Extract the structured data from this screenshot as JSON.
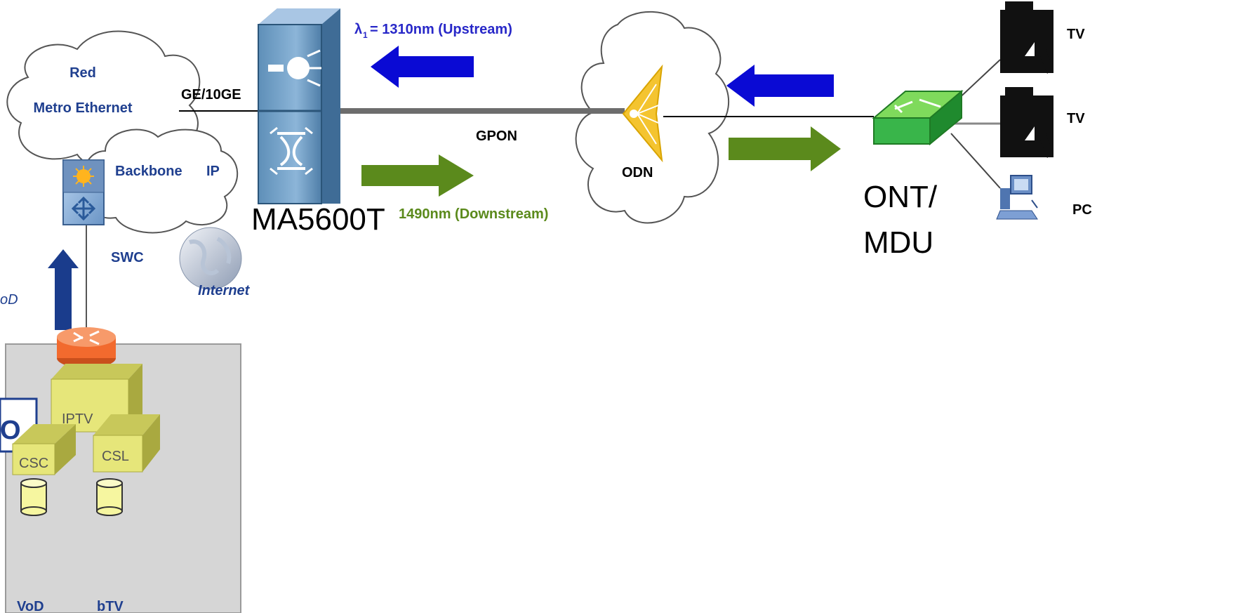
{
  "clouds": {
    "metro_line1": "Red",
    "metro_line2": "Metro Ethernet",
    "backbone": "Backbone",
    "backbone_ip": "IP",
    "internet": "Internet",
    "odn": "ODN"
  },
  "links": {
    "ge": "GE/10GE",
    "gpon": "GPON"
  },
  "wavelengths": {
    "upstream_symbol": "λ",
    "upstream_sub": "1",
    "upstream_text": "= 1310nm (Upstream)",
    "downstream_text": "1490nm (Downstream)"
  },
  "devices": {
    "olt": "MA5600T",
    "swc": "SWC",
    "ont_line1": "ONT/",
    "ont_line2": "MDU",
    "tv1": "TV",
    "tv2": "TV",
    "pc": "PC"
  },
  "headend": {
    "partial_left_label": "oD",
    "partial_box_label": "O",
    "iptv": "IPTV",
    "csc": "CSC",
    "csl": "CSL",
    "vod": "VoD",
    "btv": "bTV"
  },
  "colors": {
    "upstream_arrow": "#0a0ad4",
    "downstream_arrow": "#5b8a1c",
    "text_blue": "#1f3f8f",
    "olt_blue": "#6f9ec4",
    "ont_green": "#39b54a",
    "odn_yellow": "#f4c430",
    "headend_bg": "#d6d6d6",
    "box_yellow": "#e6e67a"
  }
}
